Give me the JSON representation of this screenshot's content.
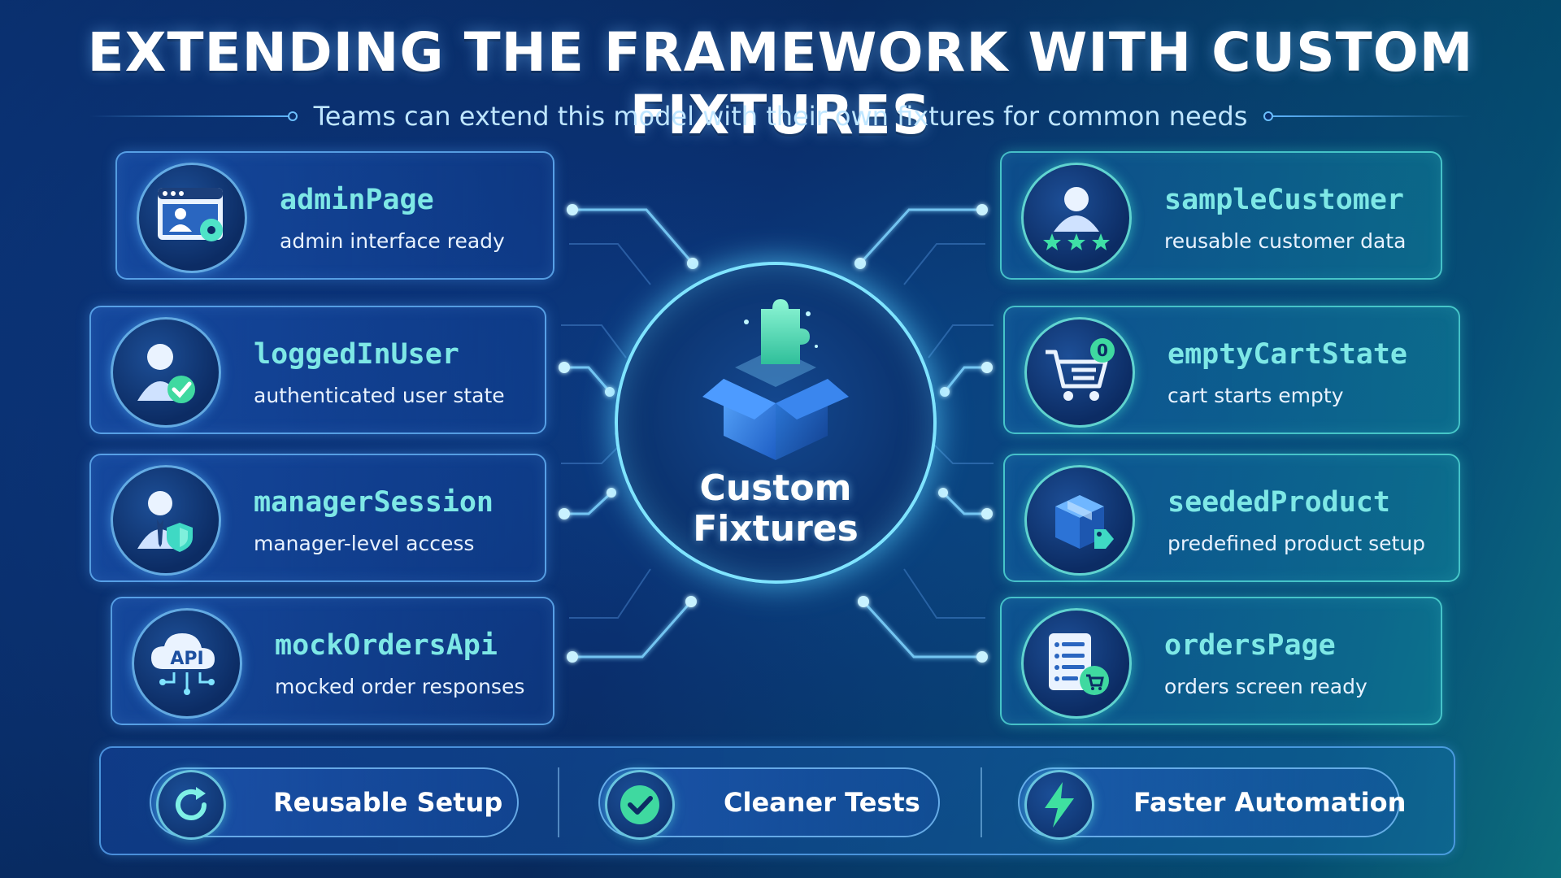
{
  "title": "EXTENDING THE FRAMEWORK WITH CUSTOM FIXTURES",
  "subtitle": "Teams can extend this model with their own fixtures for common needs",
  "hub": {
    "line1": "Custom",
    "line2": "Fixtures"
  },
  "left_fixtures": [
    {
      "name": "adminPage",
      "desc": "admin interface ready",
      "icon": "admin-browser-gear-icon"
    },
    {
      "name": "loggedInUser",
      "desc": "authenticated user state",
      "icon": "user-check-icon"
    },
    {
      "name": "managerSession",
      "desc": "manager-level access",
      "icon": "manager-shield-icon"
    },
    {
      "name": "mockOrdersApi",
      "desc": "mocked order responses",
      "icon": "api-cloud-icon",
      "badge": "API"
    }
  ],
  "right_fixtures": [
    {
      "name": "sampleCustomer",
      "desc": "reusable customer data",
      "icon": "customer-stars-icon"
    },
    {
      "name": "emptyCartState",
      "desc": "cart starts empty",
      "icon": "cart-zero-icon",
      "badge": "0"
    },
    {
      "name": "seededProduct",
      "desc": "predefined product setup",
      "icon": "product-box-tag-icon"
    },
    {
      "name": "ordersPage",
      "desc": "orders screen ready",
      "icon": "orders-list-cart-icon"
    }
  ],
  "benefits": [
    {
      "label": "Reusable Setup",
      "icon": "refresh-icon"
    },
    {
      "label": "Cleaner Tests",
      "icon": "checkmark-icon"
    },
    {
      "label": "Faster Automation",
      "icon": "lightning-icon"
    }
  ],
  "colors": {
    "accent_cyan": "#7ee8e6",
    "glow_blue": "#7fe4ff",
    "text_white": "#ffffff",
    "success_green": "#3fd9a0"
  }
}
